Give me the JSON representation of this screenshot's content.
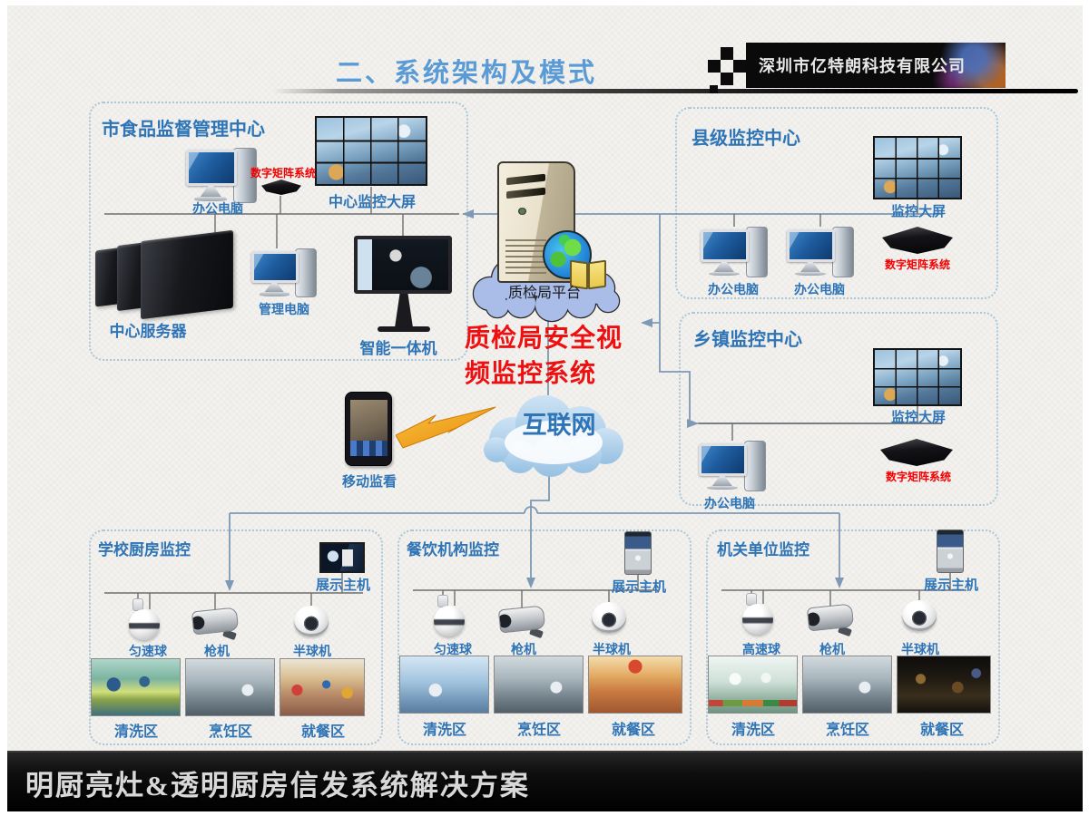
{
  "header": {
    "title": "二、系统架构及模式",
    "company": "深圳市亿特朗科技有限公司"
  },
  "center": {
    "platform_cloud_label": "质检局平台",
    "system_title_line1": "质检局安全视",
    "system_title_line2": "频监控系统",
    "internet_label": "互联网",
    "mobile_label": "移动监看"
  },
  "food_center": {
    "title": "市食品监督管理中心",
    "office_pc_label": "办公电脑",
    "matrix_label": "数字矩阵系统",
    "big_screen_label": "中心监控大屏",
    "servers_label": "中心服务器",
    "mgmt_pc_label": "管理电脑",
    "all_in_one_label": "智能一体机"
  },
  "county": {
    "title": "县级监控中心",
    "big_screen_label": "监控大屏",
    "office_pc1_label": "办公电脑",
    "office_pc2_label": "办公电脑",
    "matrix_label": "数字矩阵系统"
  },
  "township": {
    "title": "乡镇监控中心",
    "big_screen_label": "监控大屏",
    "office_pc_label": "办公电脑",
    "matrix_label": "数字矩阵系统"
  },
  "school": {
    "title": "学校厨房监控",
    "display_host_label": "展示主机",
    "ptz_label": "匀速球",
    "bullet_label": "枪机",
    "dome_label": "半球机",
    "wash_label": "清洗区",
    "cook_label": "烹饪区",
    "dine_label": "就餐区"
  },
  "catering": {
    "title": "餐饮机构监控",
    "display_host_label": "展示主机",
    "ptz_label": "匀速球",
    "bullet_label": "枪机",
    "dome_label": "半球机",
    "wash_label": "清洗区",
    "cook_label": "烹饪区",
    "dine_label": "就餐区"
  },
  "org": {
    "title": "机关单位监控",
    "display_host_label": "展示主机",
    "ptz_label": "高速球",
    "bullet_label": "枪机",
    "dome_label": "半球机",
    "wash_label": "清洗区",
    "cook_label": "烹饪区",
    "dine_label": "就餐区"
  },
  "footer": {
    "banner": "明厨亮灶&透明厨房信发系统解决方案"
  },
  "colors": {
    "label_blue": "#2e74b6",
    "title_blue": "#5b9bd5",
    "alert_red": "#ff0000",
    "wire_blue": "#7d99b5"
  }
}
